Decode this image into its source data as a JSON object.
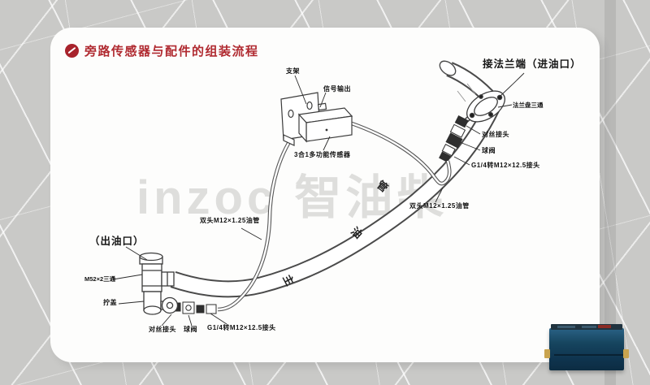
{
  "slide": {
    "title": "旁路传感器与配件的组装流程",
    "watermark": "inzoc 智油柴",
    "accent_color": "#b02a30"
  },
  "diagram": {
    "top": {
      "bracket_label": "支架",
      "signal_output_label": "信号输出",
      "sensor_label": "3合1多功能传感器"
    },
    "inlet": {
      "flange_end_label": "接法兰端（进油口）",
      "flange_tee_label": "法兰盘三通",
      "nipple_label": "对丝接头",
      "ball_valve_label": "球阀",
      "adapter_label": "G1/4转M12×12.5接头",
      "oil_pipe_label": "双头M12×1.25油管"
    },
    "outlet": {
      "oil_outlet_label": "（出油口）",
      "tee_label": "M52×2三通",
      "cap_label": "拧盖",
      "nipple_label": "对丝接头",
      "ball_valve_label": "球阀",
      "adapter_label": "G1/4转M12×12.5接头",
      "oil_pipe_label": "双头M12×1.25油管"
    },
    "main_pipe_chars": {
      "top": "管",
      "middle": "油",
      "bottom": "主"
    }
  },
  "colors": {
    "background": "#c9c9c7",
    "card": "#fdfdfc",
    "line": "#3c3c3c",
    "device_body": "#16455f",
    "device_tab": "#c9a44f"
  }
}
